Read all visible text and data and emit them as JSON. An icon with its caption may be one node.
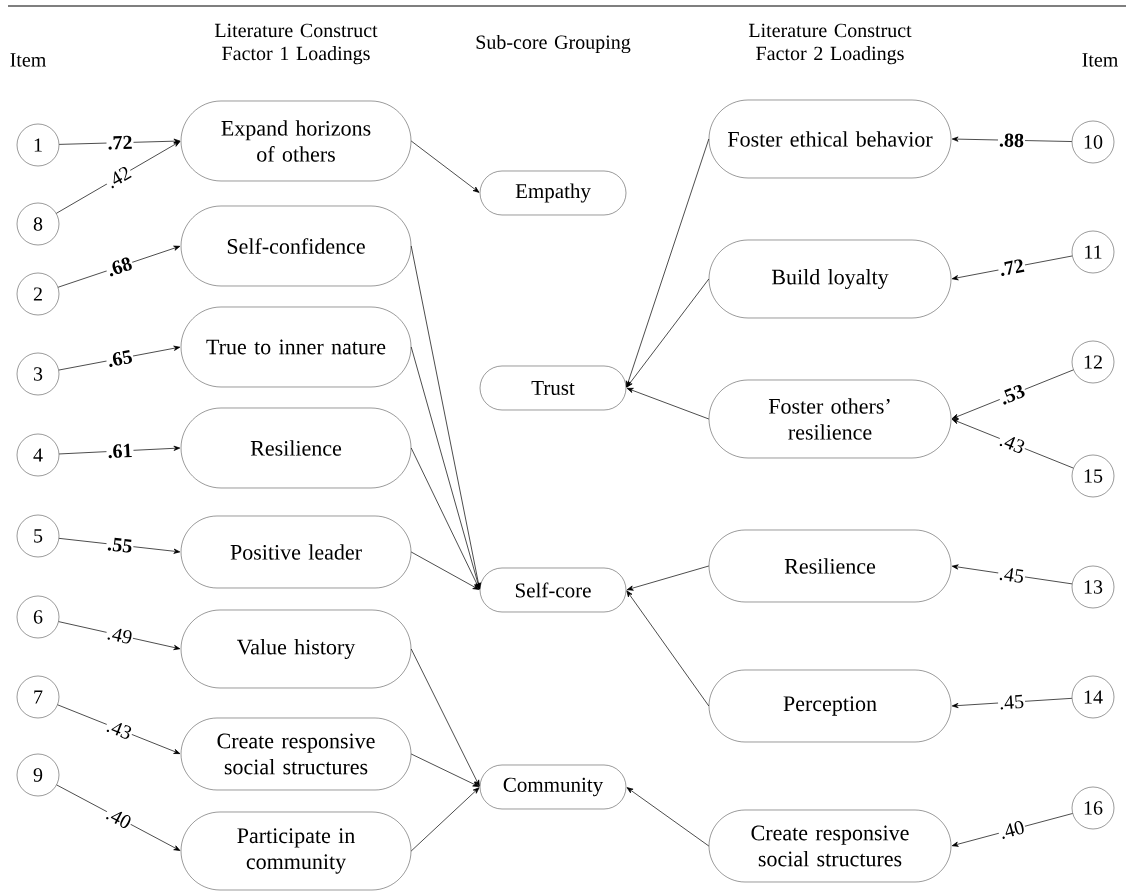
{
  "diagram": {
    "nodes": [
      {
        "text": [
          "1"
        ]
      },
      {
        "text": [
          "8"
        ]
      },
      {
        "text": [
          "2"
        ]
      },
      {
        "text": [
          "3"
        ]
      },
      {
        "text": [
          "4"
        ]
      },
      {
        "text": [
          "5"
        ]
      },
      {
        "text": [
          "6"
        ]
      },
      {
        "text": [
          "7"
        ]
      },
      {
        "text": [
          "9"
        ]
      },
      {
        "text": [
          "Expand horizons of others"
        ]
      },
      {
        "text": [
          "Self-confidence"
        ]
      },
      {
        "text": [
          "True to inner nature"
        ]
      },
      {
        "text": [
          "Resilience"
        ]
      },
      {
        "text": [
          "Positive leader"
        ]
      },
      {
        "text": [
          "Value history"
        ]
      },
      {
        "text": [
          "Create responsive social structures"
        ]
      },
      {
        "text": [
          "Participate in community"
        ]
      },
      {
        "text": [
          "Empathy"
        ]
      },
      {
        "text": [
          "Trust"
        ]
      },
      {
        "text": [
          "Self-core"
        ]
      },
      {
        "text": [
          "Community"
        ]
      },
      {
        "text": [
          "Foster ethical behavior"
        ]
      },
      {
        "text": [
          "Build loyalty"
        ]
      },
      {
        "text": [
          "Foster others’ resilience"
        ]
      },
      {
        "text": [
          "Resilience"
        ]
      },
      {
        "text": [
          "Perception"
        ]
      },
      {
        "text": [
          "Create responsive social structures"
        ]
      },
      {
        "text": [
          "10"
        ]
      },
      {
        "text": [
          "11"
        ]
      },
      {
        "text": [
          "12"
        ]
      },
      {
        "text": [
          "15"
        ]
      },
      {
        "text": [
          "13"
        ]
      },
      {
        "text": [
          "14"
        ]
      },
      {
        "text": [
          "16"
        ]
      }
    ],
    "edges": [
      {
        "from": 0,
        "to": 9,
        "arrow": "to",
        "label": "**.72**"
      },
      {
        "from": 1,
        "to": 9,
        "arrow": "to",
        "label": ".42"
      },
      {
        "from": 2,
        "to": 10,
        "arrow": "to",
        "label": "**.68**"
      },
      {
        "from": 3,
        "to": 11,
        "arrow": "to",
        "label": "**.65**"
      },
      {
        "from": 4,
        "to": 12,
        "arrow": "to",
        "label": "**.61**"
      },
      {
        "from": 5,
        "to": 13,
        "arrow": "to",
        "label": "**.55**"
      },
      {
        "from": 6,
        "to": 14,
        "arrow": "to",
        "label": ".49"
      },
      {
        "from": 7,
        "to": 15,
        "arrow": "to",
        "label": ".43"
      },
      {
        "from": 8,
        "to": 16,
        "arrow": "to",
        "label": ".40"
      },
      {
        "from": 9,
        "to": 17,
        "arrow": "to"
      },
      {
        "from": 10,
        "to": 19,
        "arrow": "to"
      },
      {
        "from": 11,
        "to": 19,
        "arrow": "to"
      },
      {
        "from": 12,
        "to": 19,
        "arrow": "to"
      },
      {
        "from": 13,
        "to": 19,
        "arrow": "to"
      },
      {
        "from": 14,
        "to": 20,
        "arrow": "to"
      },
      {
        "from": 15,
        "to": 20,
        "arrow": "to"
      },
      {
        "from": 16,
        "to": 20,
        "arrow": "to"
      },
      {
        "from": 27,
        "to": 21,
        "arrow": "to",
        "label": "**.88**"
      },
      {
        "from": 28,
        "to": 22,
        "arrow": "to",
        "label": "**.72**"
      },
      {
        "from": 29,
        "to": 23,
        "arrow": "to",
        "label": "**.53**"
      },
      {
        "from": 30,
        "to": 23,
        "arrow": "to",
        "label": ".43"
      },
      {
        "from": 31,
        "to": 24,
        "arrow": "to",
        "label": ".45"
      },
      {
        "from": 32,
        "to": 25,
        "arrow": "to",
        "label": ".45"
      },
      {
        "from": 33,
        "to": 26,
        "arrow": "to",
        "label": ".40"
      },
      {
        "from": 21,
        "to": 18,
        "arrow": "to"
      },
      {
        "from": 22,
        "to": 18,
        "arrow": "to"
      },
      {
        "from": 23,
        "to": 18,
        "arrow": "to"
      },
      {
        "from": 24,
        "to": 19,
        "arrow": "to"
      },
      {
        "from": 25,
        "to": 19,
        "arrow": "to"
      },
      {
        "from": 26,
        "to": 20,
        "arrow": "to"
      }
    ],
    "labels": [
      "Item",
      "Literature Construct Factor 1 Loadings",
      "Sub-core Grouping",
      "Literature Construct Factor 2 Loadings",
      "Item"
    ]
  }
}
